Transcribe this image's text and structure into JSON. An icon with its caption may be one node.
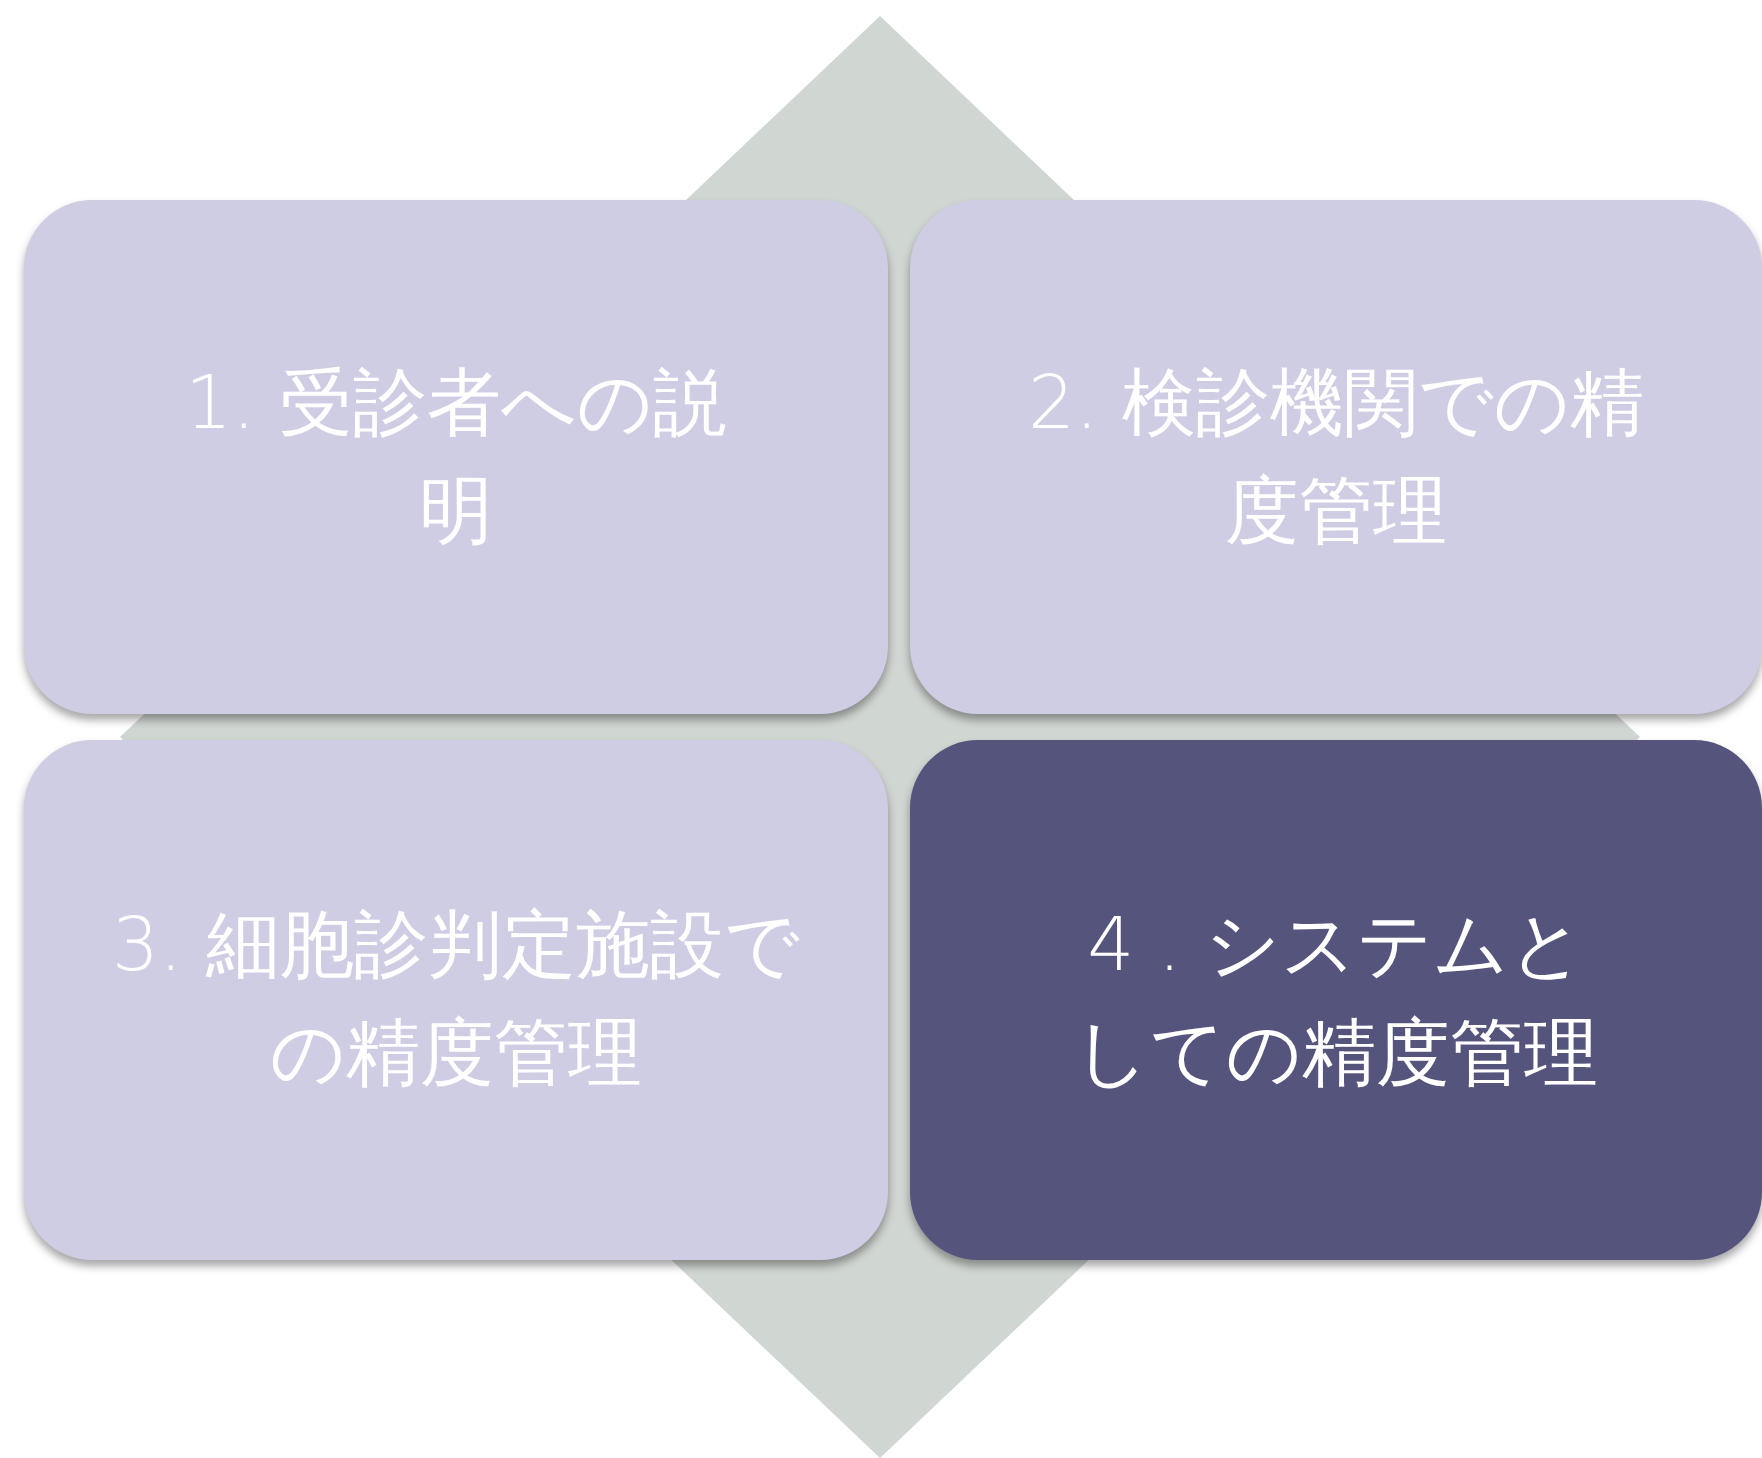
{
  "diagram": {
    "nodes": [
      {
        "text": [],
        "shape": "diamond"
      },
      {
        "text": [
          "1. 受診者への説明"
        ]
      },
      {
        "text": [
          "2. 検診機関での精度管理"
        ]
      },
      {
        "text": [
          "3. 細胞診判定施設での精度管理"
        ]
      },
      {
        "text": [
          "4 . システムとしての精度管理"
        ]
      }
    ]
  }
}
